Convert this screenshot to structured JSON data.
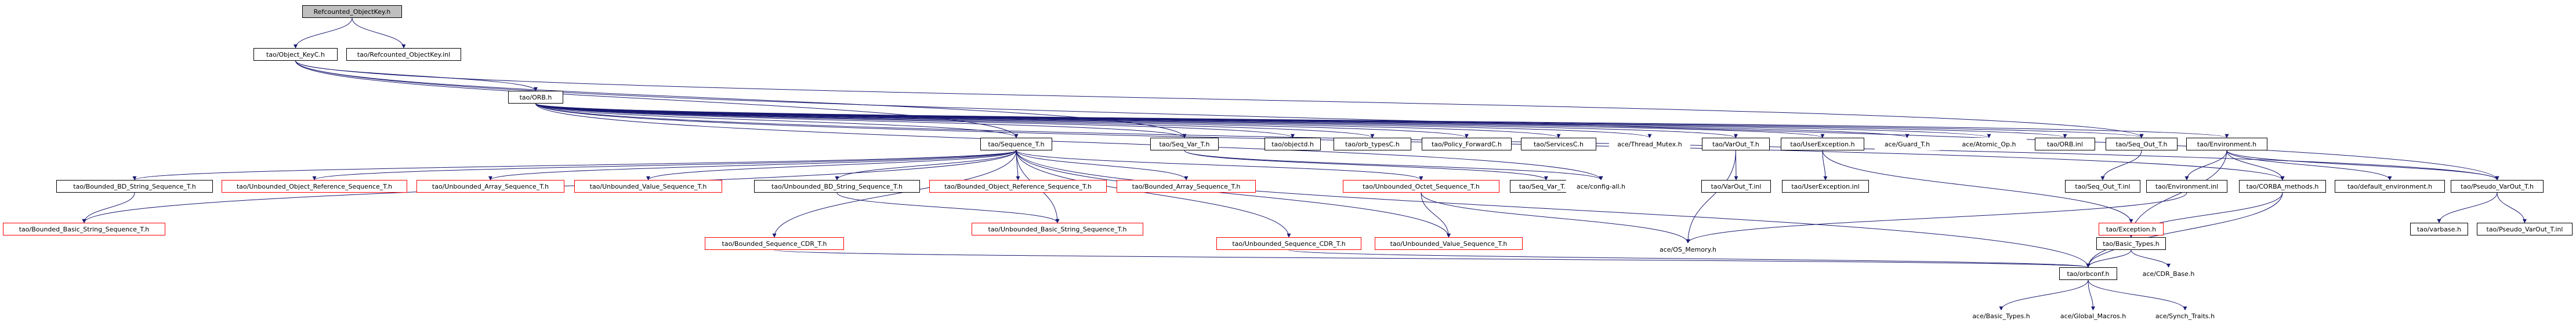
{
  "colors": {
    "edge": "#191970",
    "linked_border": "#000000",
    "missing_border": "#ff0000",
    "root_fill": "#bfbfbf"
  },
  "nodes": {
    "root": "Refcounted_ObjectKey.h",
    "object_keyc": "tao/Object_KeyC.h",
    "refcounted_inl": "tao/Refcounted_ObjectKey.inl",
    "orb": "tao/ORB.h",
    "sequence_t": "tao/Sequence_T.h",
    "seq_var_t": "tao/Seq_Var_T.h",
    "objectd": "tao/objectd.h",
    "orb_typesc": "tao/orb_typesC.h",
    "policy_forwardc": "tao/Policy_ForwardC.h",
    "servicesc": "tao/ServicesC.h",
    "thread_mutex": "ace/Thread_Mutex.h",
    "varout_t": "tao/VarOut_T.h",
    "userexception": "tao/UserException.h",
    "guard_t": "ace/Guard_T.h",
    "atomic_op": "ace/Atomic_Op.h",
    "orb_inl": "tao/ORB.inl",
    "seq_out_t": "tao/Seq_Out_T.h",
    "environment": "tao/Environment.h",
    "bounded_bd_string": "tao/Bounded_BD_String_Sequence_T.h",
    "unbounded_objref": "tao/Unbounded_Object_Reference_Sequence_T.h",
    "unbounded_array": "tao/Unbounded_Array_Sequence_T.h",
    "unbounded_value": "tao/Unbounded_Value_Sequence_T.h",
    "unbounded_bd_string": "tao/Unbounded_BD_String_Sequence_T.h",
    "bounded_objref": "tao/Bounded_Object_Reference_Sequence_T.h",
    "bounded_array": "tao/Bounded_Array_Sequence_T.h",
    "unbounded_octet": "tao/Unbounded_Octet_Sequence_T.h",
    "seq_var_inl": "tao/Seq_Var_T.inl",
    "config_all": "ace/config-all.h",
    "varout_inl": "tao/VarOut_T.inl",
    "userexception_inl": "tao/UserException.inl",
    "seq_out_inl": "tao/Seq_Out_T.inl",
    "environment_inl": "tao/Environment.inl",
    "corba_methods": "tao/CORBA_methods.h",
    "default_environment": "tao/default_environment.h",
    "pseudo_varout": "tao/Pseudo_VarOut_T.h",
    "bounded_basic_string": "tao/Bounded_Basic_String_Sequence_T.h",
    "unbounded_basic_string": "tao/Unbounded_Basic_String_Sequence_T.h",
    "bounded_seq_cdr": "tao/Bounded_Sequence_CDR_T.h",
    "unbounded_seq_cdr": "tao/Unbounded_Sequence_CDR_T.h",
    "unbounded_value_alt": "tao/Unbounded_Value_Sequence_T.h",
    "os_memory": "ace/OS_Memory.h",
    "exception": "tao/Exception.h",
    "basic_types": "tao/Basic_Types.h",
    "varbase": "tao/varbase.h",
    "pseudo_varout_inl": "tao/Pseudo_VarOut_T.inl",
    "orbconf": "tao/orbconf.h",
    "cdr_base": "ace/CDR_Base.h",
    "ace_basic_types": "ace/Basic_Types.h",
    "global_macros": "ace/Global_Macros.h",
    "synch_traits": "ace/Synch_Traits.h"
  }
}
